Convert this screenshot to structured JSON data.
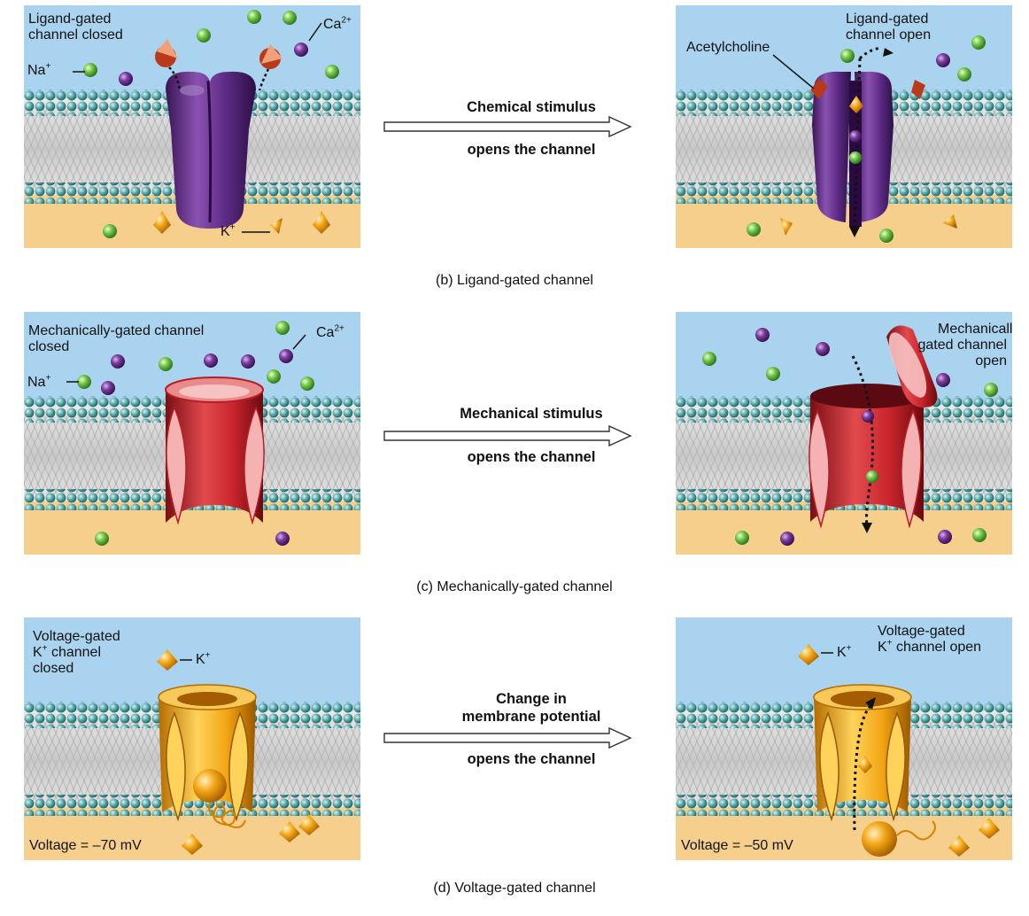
{
  "rows": [
    {
      "id": "ligand",
      "caption": "(b) Ligand-gated channel",
      "stimulus": [
        "Chemical stimulus",
        "opens the channel"
      ],
      "closed": {
        "title": [
          "Ligand-gated",
          "channel closed"
        ],
        "na": "Na",
        "ca": "Ca",
        "k": "K"
      },
      "open": {
        "title": [
          "Ligand-gated",
          "channel open"
        ],
        "acetyl": "Acetylcholine"
      }
    },
    {
      "id": "mechanical",
      "caption": "(c) Mechanically-gated channel",
      "stimulus": [
        "Mechanical stimulus",
        "opens the channel"
      ],
      "closed": {
        "title": [
          "Mechanically-gated channel",
          "closed"
        ],
        "na": "Na",
        "ca": "Ca"
      },
      "open": {
        "title": [
          "Mechanically-",
          "gated channel",
          "open"
        ]
      }
    },
    {
      "id": "voltage",
      "caption": "(d) Voltage-gated channel",
      "stimulus": [
        "Change in",
        "membrane potential",
        "opens the channel"
      ],
      "closed": {
        "title": [
          "Voltage-gated",
          "K",
          "closed"
        ],
        "title_line2_suffix": " channel",
        "k": "K",
        "voltage": "Voltage = –70 mV"
      },
      "open": {
        "title": [
          "Voltage-gated",
          "K",
          " channel open"
        ],
        "k": "K",
        "voltage": "Voltage = –50 mV"
      }
    }
  ],
  "charges": {
    "plus": "+",
    "two_plus": "2+"
  },
  "colors": {
    "extracellular": "#a9d3ef",
    "intracellular": "#f6cf8c",
    "lipid_head": "#5aa7a7",
    "sodium": "#6cc24a",
    "calcium": "#7a3a9a",
    "ligand_channel": "#5e2c86",
    "mechanical_channel": "#c8242c",
    "voltage_channel": "#f2a514"
  }
}
